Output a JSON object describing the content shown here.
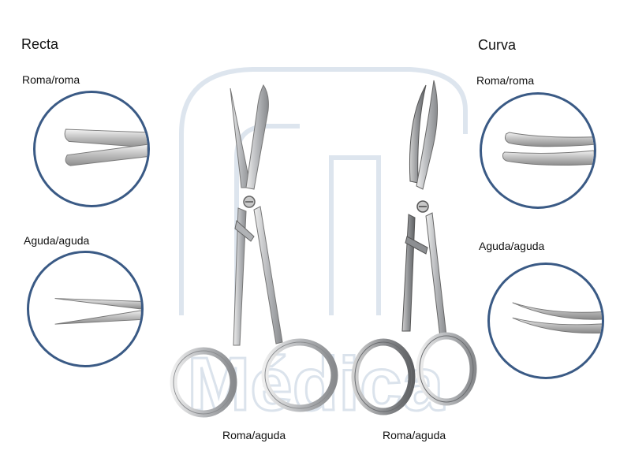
{
  "headings": {
    "left": "Recta",
    "right": "Curva"
  },
  "labels": {
    "left_top": "Roma/roma",
    "left_bottom": "Aguda/aguda",
    "right_top": "Roma/roma",
    "right_bottom": "Aguda/aguda",
    "center_left": "Roma/aguda",
    "center_right": "Roma/aguda"
  },
  "watermark": {
    "text": "Médica"
  },
  "colors": {
    "ring": "#3a5a85",
    "steel": "#bfc3c7",
    "watermark": "#dbe3ec"
  }
}
